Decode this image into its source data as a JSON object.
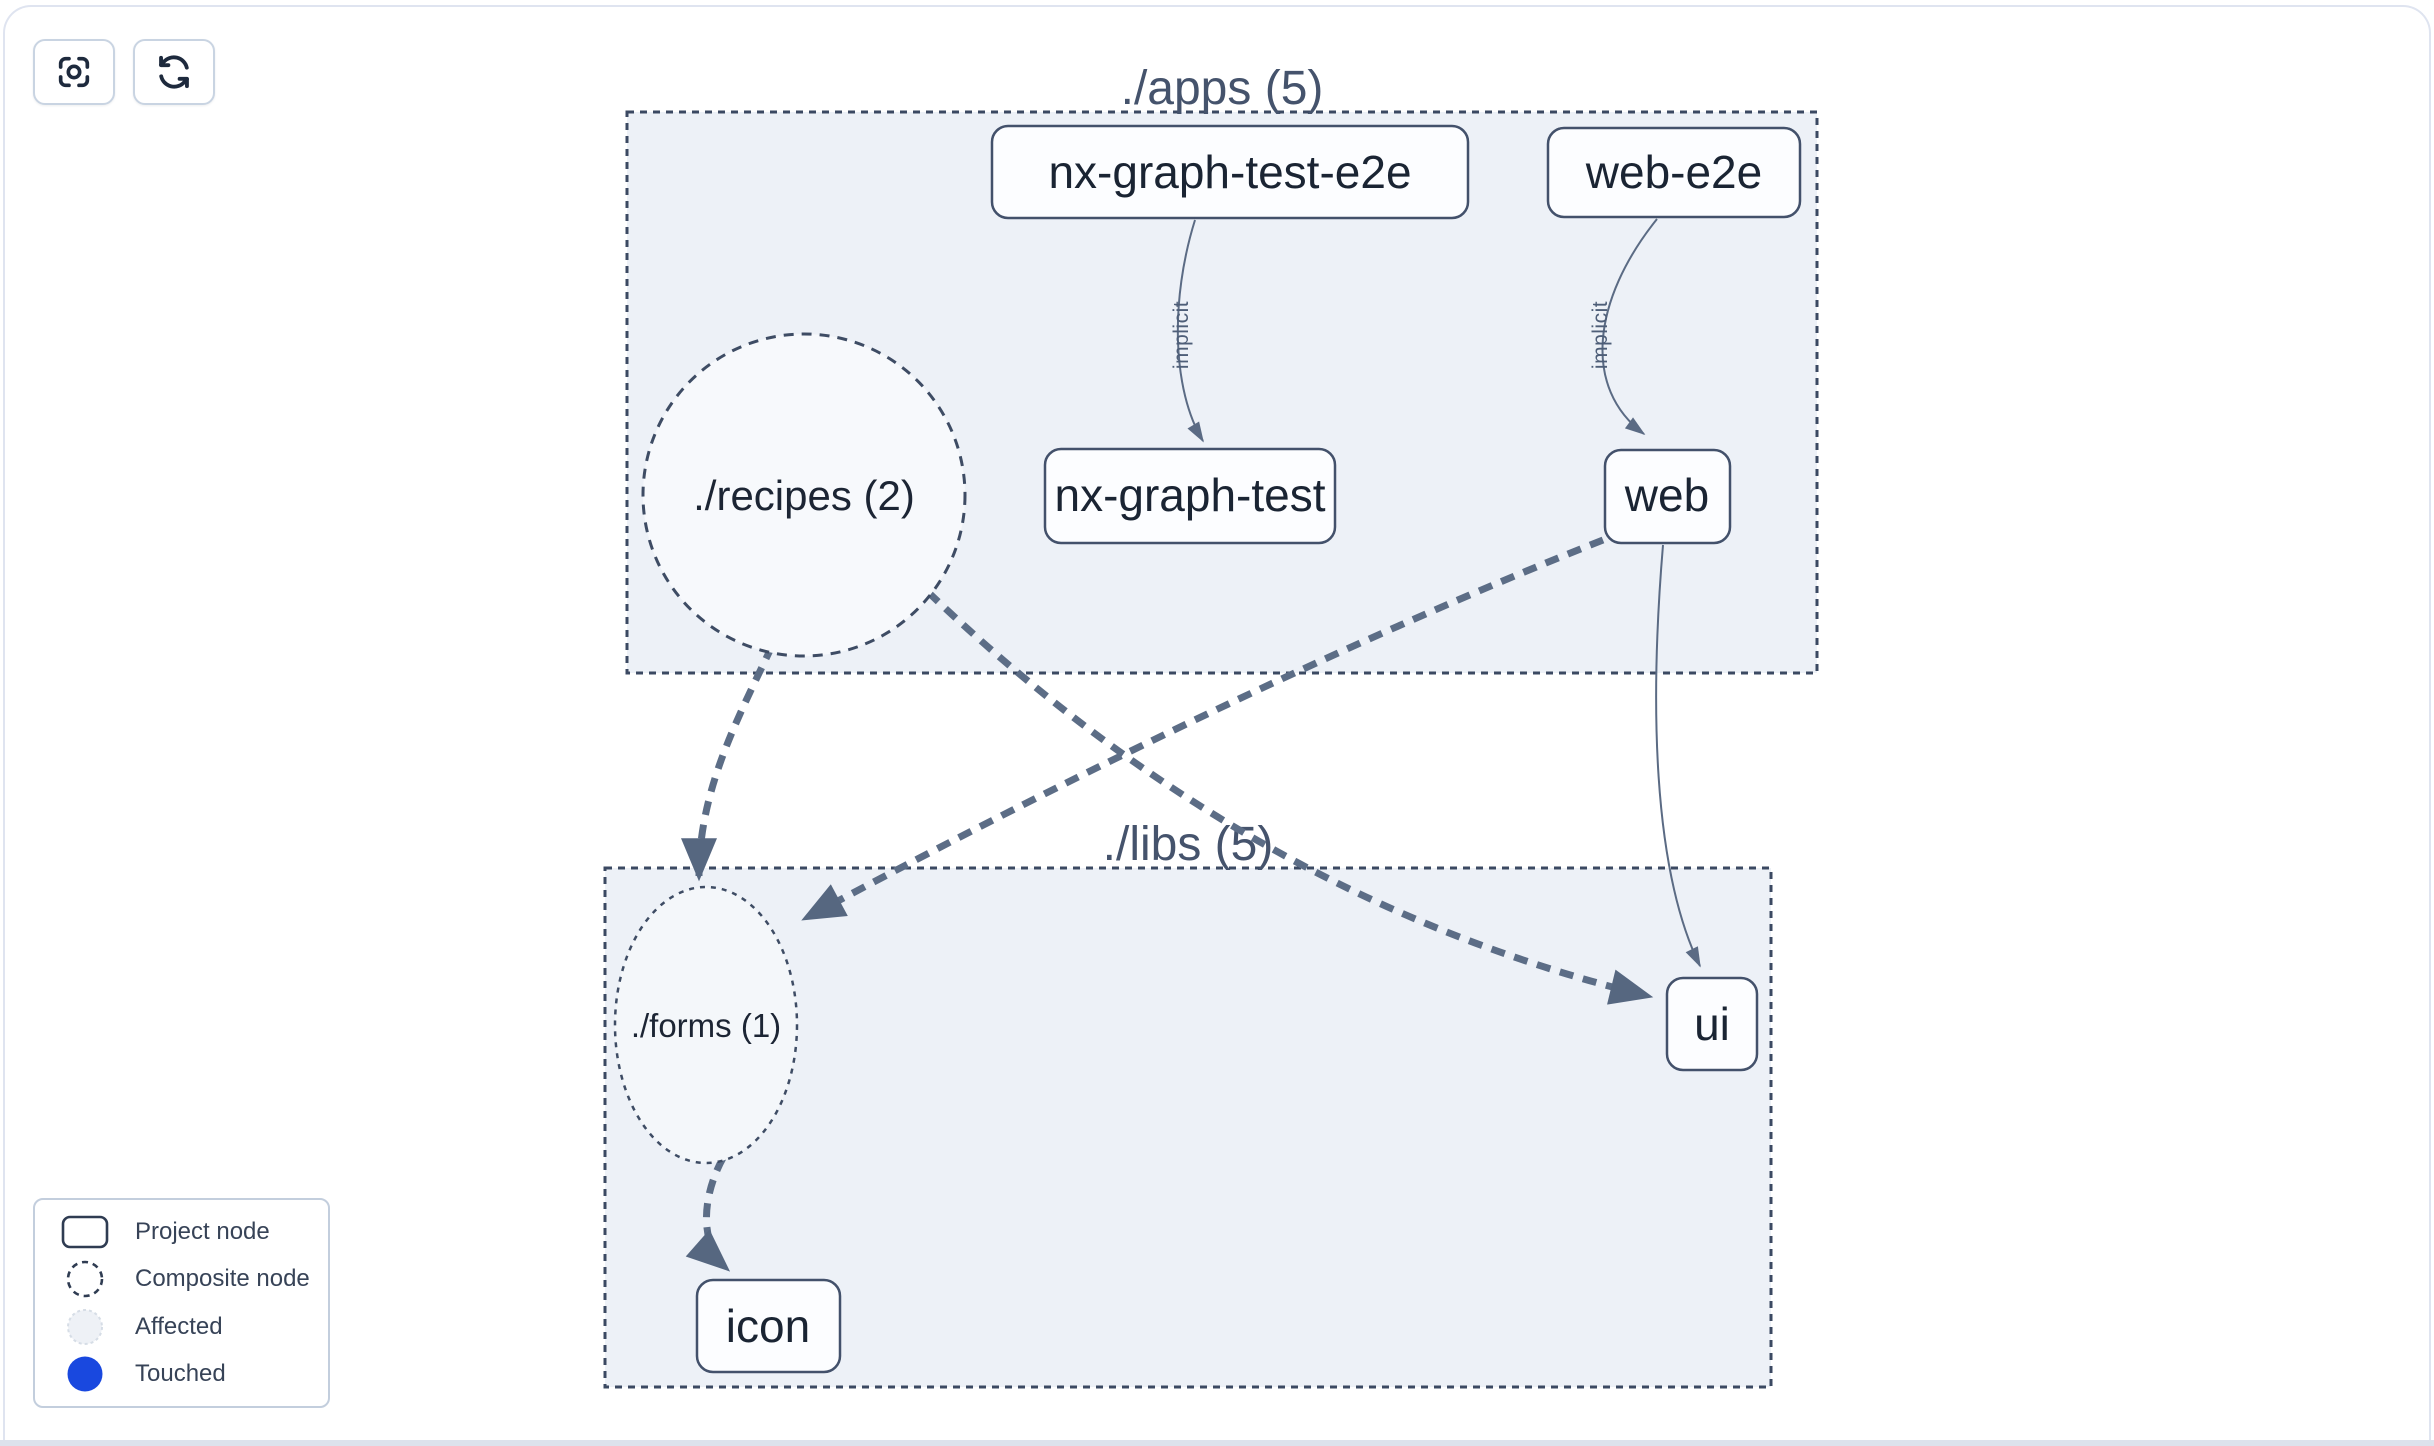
{
  "toolbar": {
    "buttons": [
      {
        "name": "focus",
        "icon": "scan-focus-icon"
      },
      {
        "name": "refresh",
        "icon": "refresh-icon"
      }
    ]
  },
  "graph": {
    "groups": [
      {
        "id": "apps",
        "label": "./apps (5)"
      },
      {
        "id": "libs",
        "label": "./libs (5)"
      }
    ],
    "composite_nodes": [
      {
        "id": "recipes",
        "label": "./recipes (2)",
        "group": "apps"
      },
      {
        "id": "forms",
        "label": "./forms (1)",
        "group": "libs"
      }
    ],
    "project_nodes": [
      {
        "id": "nx-graph-test-e2e",
        "label": "nx-graph-test-e2e",
        "group": "apps"
      },
      {
        "id": "web-e2e",
        "label": "web-e2e",
        "group": "apps"
      },
      {
        "id": "nx-graph-test",
        "label": "nx-graph-test",
        "group": "apps"
      },
      {
        "id": "web",
        "label": "web",
        "group": "apps"
      },
      {
        "id": "ui",
        "label": "ui",
        "group": "libs"
      },
      {
        "id": "icon",
        "label": "icon",
        "group": "libs"
      }
    ],
    "edges": [
      {
        "from": "nx-graph-test-e2e",
        "to": "nx-graph-test",
        "label": "implicit",
        "style": "solid"
      },
      {
        "from": "web-e2e",
        "to": "web",
        "label": "implicit",
        "style": "solid"
      },
      {
        "from": "web",
        "to": "ui",
        "label": "",
        "style": "solid"
      },
      {
        "from": "./recipes (2)",
        "to": "./forms (1)",
        "label": "",
        "style": "dashed"
      },
      {
        "from": "./recipes (2)",
        "to": "ui",
        "label": "",
        "style": "dashed"
      },
      {
        "from": "web",
        "to": "./forms (1)",
        "label": "",
        "style": "dashed"
      },
      {
        "from": "./forms (1)",
        "to": "icon",
        "label": "",
        "style": "dashed"
      }
    ]
  },
  "legend": {
    "items": [
      {
        "label": "Project node",
        "swatch": "project-node"
      },
      {
        "label": "Composite node",
        "swatch": "composite-node"
      },
      {
        "label": "Affected",
        "swatch": "affected"
      },
      {
        "label": "Touched",
        "swatch": "touched"
      }
    ]
  },
  "colors": {
    "touched": "#1948df",
    "affected_fill": "#eef1f6",
    "affected_border": "#d6dde6",
    "group_fill": "#edf1f7",
    "dark_stroke": "#3e4c64",
    "edge": "#5c6d86"
  }
}
